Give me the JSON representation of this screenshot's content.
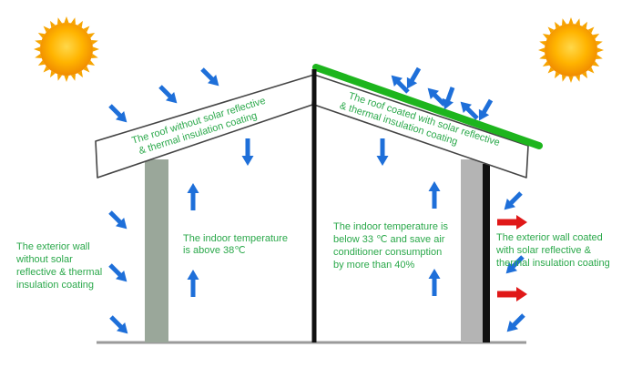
{
  "labels": {
    "left_roof": [
      "The roof without solar reflective",
      "& thermal insulation coating"
    ],
    "right_roof": [
      "The roof coated with solar reflective",
      "& thermal insulation coating"
    ],
    "left_indoor": [
      "The indoor temperature",
      "is above 38℃"
    ],
    "right_indoor": [
      "The indoor temperature is",
      "below 33 ℃ and save air",
      "conditioner consumption",
      "by more than 40%"
    ],
    "left_wall": [
      "The exterior wall",
      "without solar",
      "reflective & thermal",
      "insulation coating"
    ],
    "right_wall": [
      "The exterior wall coated",
      "with solar reflective &",
      "thermal insulation coating"
    ]
  },
  "colors": {
    "label_green": "#2aa84a",
    "coating_green": "#1db51d",
    "arrow_blue": "#1e6fd9",
    "arrow_red": "#e01818",
    "sun_orange": "#f6a400",
    "wall_gray": "#9aa79a",
    "wall_gray_right": "#b4b4b4"
  },
  "icons": {
    "sun": "sun-icon",
    "incoming_heat": "arrow-down-icon",
    "reflected_heat": "arrow-up-icon",
    "emitted_heat": "arrow-right-icon"
  }
}
